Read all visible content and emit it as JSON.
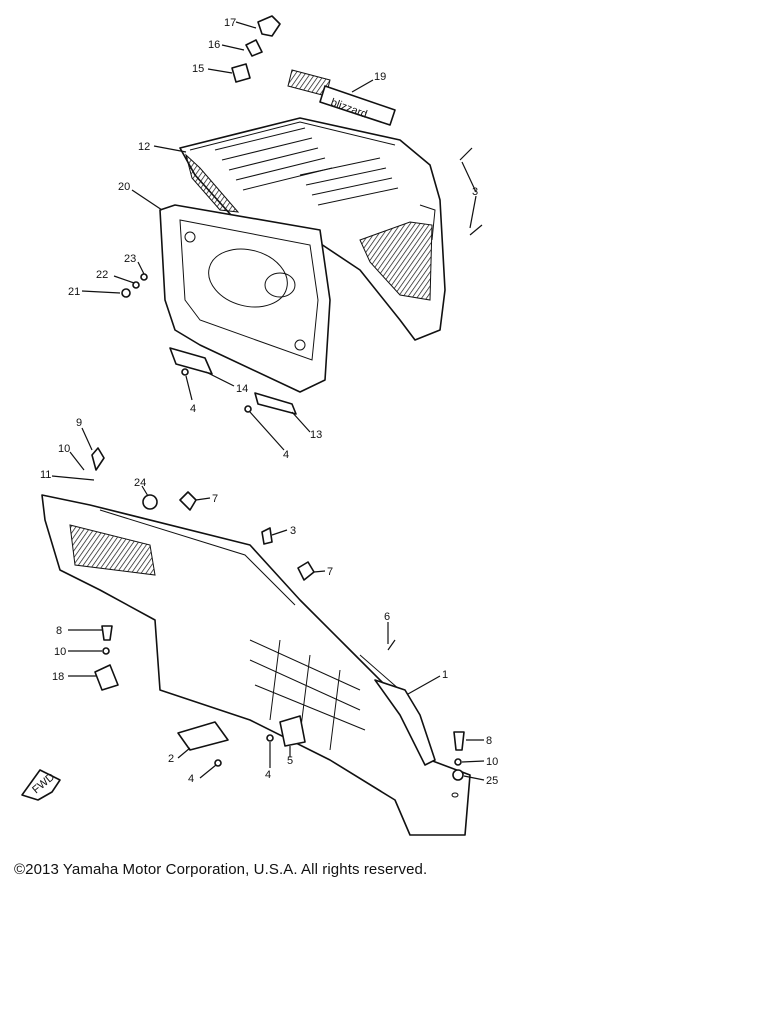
{
  "colors": {
    "ink": "#111111",
    "paper": "#ffffff"
  },
  "callouts": {
    "c1": "1",
    "c2": "2",
    "c3a": "3",
    "c3b": "3",
    "c4a": "4",
    "c4b": "4",
    "c4c": "4",
    "c4d": "4",
    "c5": "5",
    "c6": "6",
    "c7a": "7",
    "c7b": "7",
    "c8a": "8",
    "c8b": "8",
    "c9": "9",
    "c10a": "10",
    "c10b": "10",
    "c10c": "10",
    "c11": "11",
    "c12": "12",
    "c13": "13",
    "c14": "14",
    "c15": "15",
    "c16": "16",
    "c17": "17",
    "c18": "18",
    "c19": "19",
    "c20": "20",
    "c21": "21",
    "c22": "22",
    "c23": "23",
    "c24": "24",
    "c25": "25"
  },
  "decal_text": "blizzard",
  "fwd_arrow_text": "FWD",
  "copyright": "©2013 Yamaha Motor Corporation, U.S.A. All rights reserved."
}
